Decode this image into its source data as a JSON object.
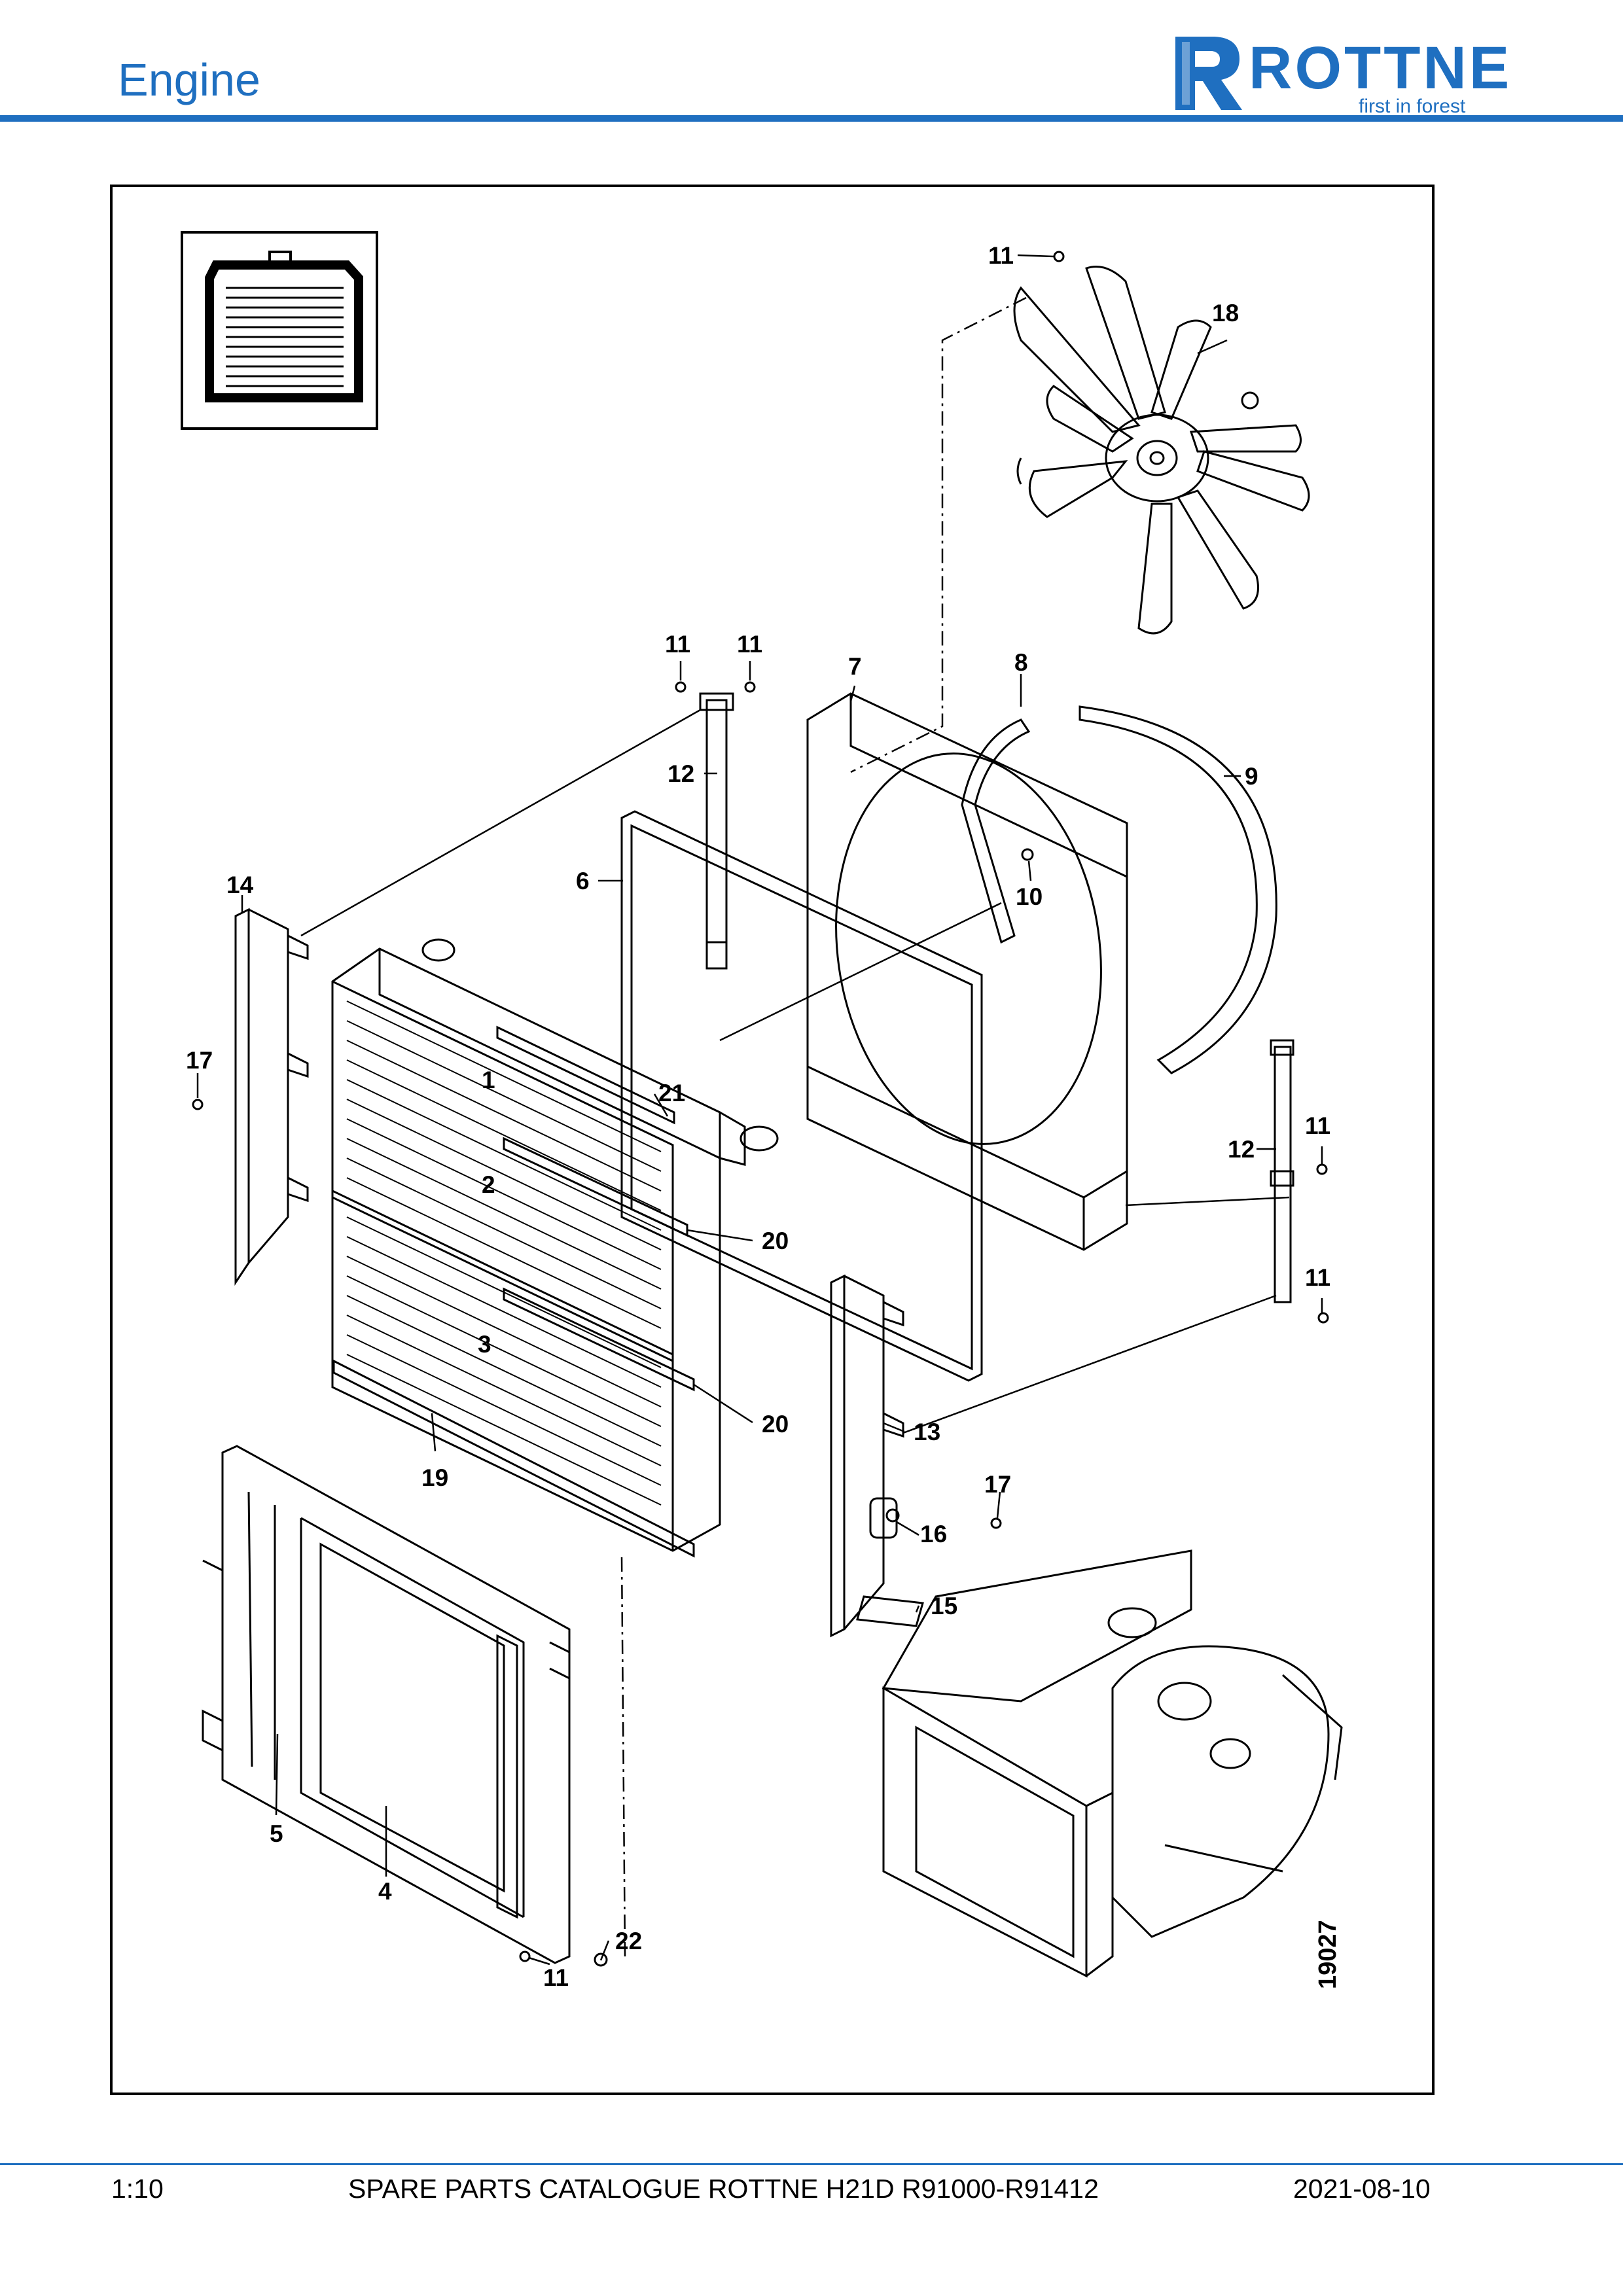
{
  "header": {
    "title": "Engine",
    "logo": {
      "wordmark": "ROTTNE",
      "tagline": "first in forest",
      "brand_color": "#1f6fc0"
    }
  },
  "diagram": {
    "figure_number": "19027",
    "callouts": [
      {
        "id": "c-1",
        "label": "1"
      },
      {
        "id": "c-2",
        "label": "2"
      },
      {
        "id": "c-3",
        "label": "3"
      },
      {
        "id": "c-4",
        "label": "4"
      },
      {
        "id": "c-5",
        "label": "5"
      },
      {
        "id": "c-6",
        "label": "6"
      },
      {
        "id": "c-7",
        "label": "7"
      },
      {
        "id": "c-8",
        "label": "8"
      },
      {
        "id": "c-9",
        "label": "9"
      },
      {
        "id": "c-10",
        "label": "10"
      },
      {
        "id": "c-11a",
        "label": "11"
      },
      {
        "id": "c-11b",
        "label": "11"
      },
      {
        "id": "c-11c",
        "label": "11"
      },
      {
        "id": "c-11d",
        "label": "11"
      },
      {
        "id": "c-11e",
        "label": "11"
      },
      {
        "id": "c-11f",
        "label": "11"
      },
      {
        "id": "c-12a",
        "label": "12"
      },
      {
        "id": "c-12b",
        "label": "12"
      },
      {
        "id": "c-13",
        "label": "13"
      },
      {
        "id": "c-14",
        "label": "14"
      },
      {
        "id": "c-15",
        "label": "15"
      },
      {
        "id": "c-16",
        "label": "16"
      },
      {
        "id": "c-17a",
        "label": "17"
      },
      {
        "id": "c-17b",
        "label": "17"
      },
      {
        "id": "c-18",
        "label": "18"
      },
      {
        "id": "c-19",
        "label": "19"
      },
      {
        "id": "c-20a",
        "label": "20"
      },
      {
        "id": "c-20b",
        "label": "20"
      },
      {
        "id": "c-21",
        "label": "21"
      },
      {
        "id": "c-22",
        "label": "22"
      }
    ]
  },
  "footer": {
    "page": "1:10",
    "catalogue": "SPARE PARTS CATALOGUE ROTTNE H21D R91000-R91412",
    "date": "2021-08-10"
  }
}
